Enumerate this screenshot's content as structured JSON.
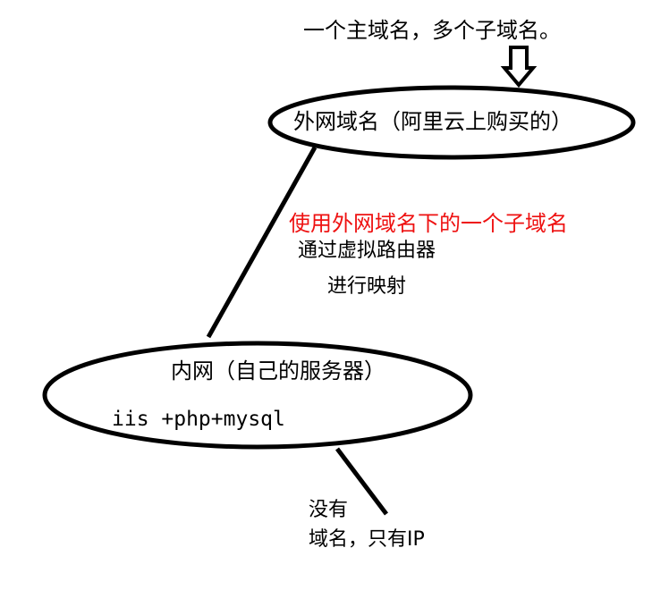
{
  "top_note": "一个主域名，多个子域名。",
  "outer_node": {
    "label": "外网域名（阿里云上购买的）"
  },
  "edge_note": {
    "line1": "使用外网域名下的一个子域名",
    "line2": "通过虚拟路由器",
    "line3": "进行映射",
    "highlight_color": "#ee1111"
  },
  "inner_node": {
    "label": "内网（自己的服务器）",
    "stack": "iis +php+mysql"
  },
  "bottom_note": {
    "line1": "没有",
    "line2": "域名，只有IP"
  },
  "arrow": {
    "icon": "down-arrow-icon"
  }
}
